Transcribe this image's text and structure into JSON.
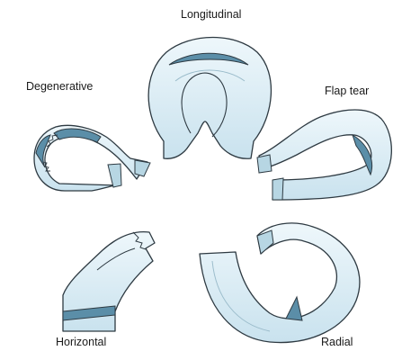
{
  "labels": {
    "longitudinal": "Longitudinal",
    "degenerative": "Degenerative",
    "flap_tear": "Flap tear",
    "horizontal": "Horizontal",
    "radial": "Radial"
  },
  "colors": {
    "meniscus_fill": "#d6ebf3",
    "meniscus_highlight": "#eef7fb",
    "meniscus_stroke": "#2e3a42",
    "tear_fill": "#5b8ea8",
    "tear_shadow": "#3e6f88"
  }
}
